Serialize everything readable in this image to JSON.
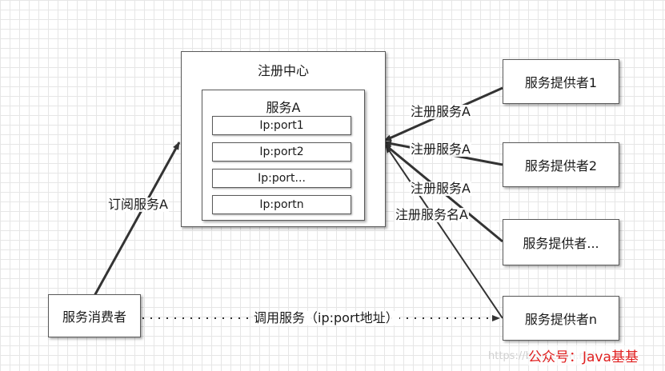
{
  "registry": {
    "title": "注册中心",
    "service_name": "服务A",
    "ports": [
      "Ip:port1",
      "Ip:port2",
      "Ip:port...",
      "Ip:portn"
    ]
  },
  "consumer": {
    "label": "服务消费者"
  },
  "providers": [
    "服务提供者1",
    "服务提供者2",
    "服务提供者...",
    "服务提供者n"
  ],
  "edges": {
    "subscribe": "订阅服务A",
    "register": [
      "注册服务A",
      "注册服务A",
      "注册服务A",
      "注册服务名A"
    ],
    "invoke": "调用服务（ip:port地址）"
  },
  "watermark": {
    "url": "https://blog.csdn.net",
    "text": "公众号：Java基基"
  },
  "colors": {
    "line": "#333333",
    "watermark": "#e02020"
  }
}
